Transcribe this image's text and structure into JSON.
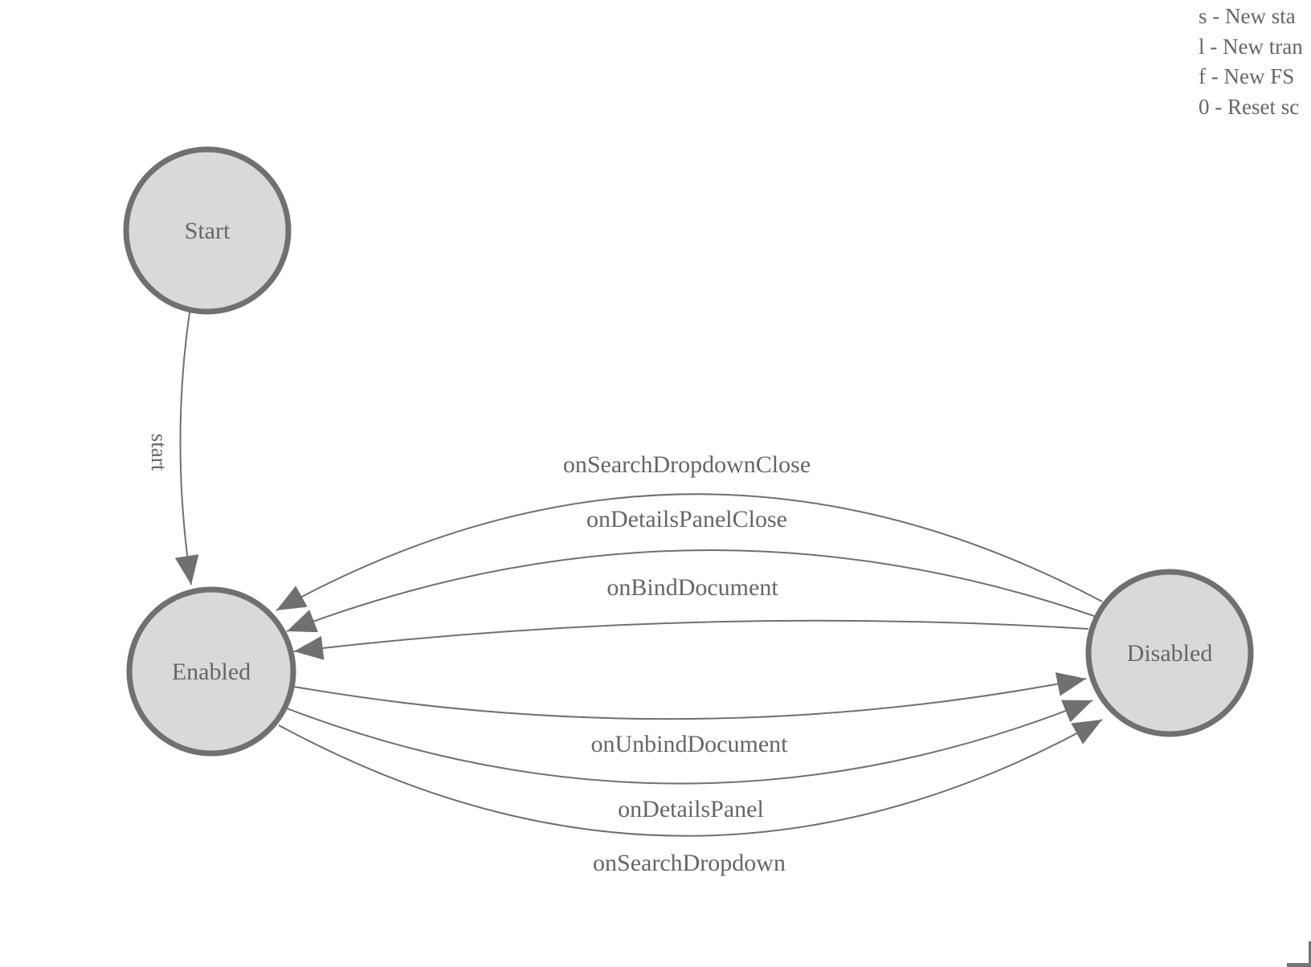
{
  "legend": {
    "items": [
      "s - New sta",
      "l - New tran",
      "f - New FS",
      "0 - Reset sc"
    ]
  },
  "nodes": [
    {
      "id": "start",
      "label": "Start"
    },
    {
      "id": "enabled",
      "label": "Enabled"
    },
    {
      "id": "disabled",
      "label": "Disabled"
    }
  ],
  "transitions": [
    {
      "label": "start",
      "from": "Start",
      "to": "Enabled"
    },
    {
      "label": "onSearchDropdownClose",
      "from": "Disabled",
      "to": "Enabled"
    },
    {
      "label": "onDetailsPanelClose",
      "from": "Disabled",
      "to": "Enabled"
    },
    {
      "label": "onBindDocument",
      "from": "Disabled",
      "to": "Enabled"
    },
    {
      "label": "onUnbindDocument",
      "from": "Enabled",
      "to": "Disabled"
    },
    {
      "label": "onDetailsPanel",
      "from": "Enabled",
      "to": "Disabled"
    },
    {
      "label": "onSearchDropdown",
      "from": "Enabled",
      "to": "Disabled"
    }
  ],
  "colors": {
    "node_fill": "#d9d9d9",
    "stroke": "#707070",
    "text": "#666666"
  }
}
